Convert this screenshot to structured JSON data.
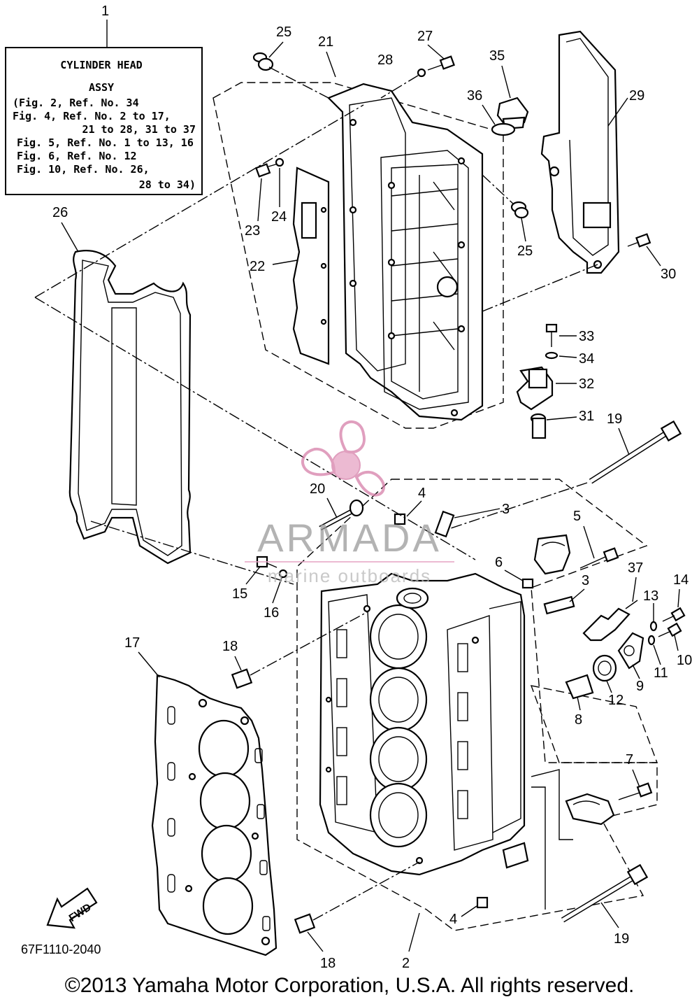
{
  "title_box": {
    "ref": "1",
    "line1": "CYLINDER HEAD",
    "line2": "ASSY",
    "refs": [
      "(Fig. 2, Ref. No. 34",
      " Fig. 4, Ref. No. 2 to 17,",
      "21 to 28, 31 to 37",
      "Fig. 5, Ref. No. 1 to 13, 16",
      "Fig. 6, Ref. No. 12",
      "Fig. 10, Ref. No. 26,",
      "28 to 34)"
    ]
  },
  "labels": [
    "25",
    "21",
    "27",
    "28",
    "35",
    "36",
    "29",
    "23",
    "24",
    "25",
    "22",
    "26",
    "30",
    "33",
    "34",
    "32",
    "31",
    "19",
    "20",
    "4",
    "3",
    "5",
    "6",
    "3",
    "37",
    "13",
    "14",
    "15",
    "16",
    "10",
    "11",
    "9",
    "12",
    "8",
    "17",
    "18",
    "7",
    "4",
    "18",
    "2",
    "19"
  ],
  "watermark": {
    "brand": "ARMADA",
    "tagline": "marine outboards",
    "accent": "#e6a3c4"
  },
  "fwd_label": "FWD",
  "diagram_code": "67F1110-2040",
  "copyright": "©2013 Yamaha Motor Corporation, U.S.A. All rights reserved."
}
